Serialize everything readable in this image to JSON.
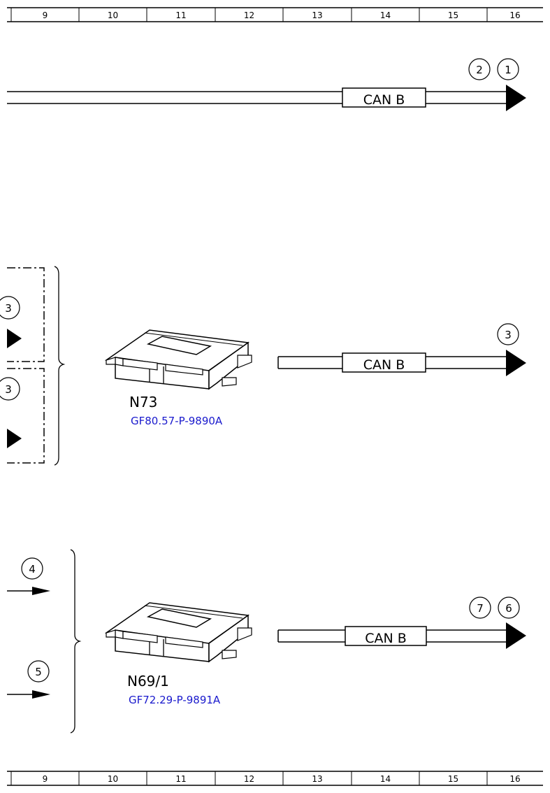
{
  "ruler": {
    "columns": [
      "9",
      "10",
      "11",
      "12",
      "13",
      "14",
      "15",
      "16"
    ]
  },
  "lines": {
    "top": {
      "label": "CAN B",
      "markers": [
        "2",
        "1"
      ]
    },
    "middle": {
      "label": "CAN B",
      "markers": [
        "3"
      ]
    },
    "bottom": {
      "label": "CAN B",
      "markers": [
        "7",
        "6"
      ]
    }
  },
  "components": {
    "n73": {
      "name": "N73",
      "ref": "GF80.57-P-9890A",
      "inputs": [
        "3",
        "3"
      ]
    },
    "n69_1": {
      "name": "N69/1",
      "ref": "GF72.29-P-9891A",
      "inputs": [
        "4",
        "5"
      ]
    }
  },
  "colors": {
    "line": "#000000",
    "reference_link": "#1a1acd"
  }
}
